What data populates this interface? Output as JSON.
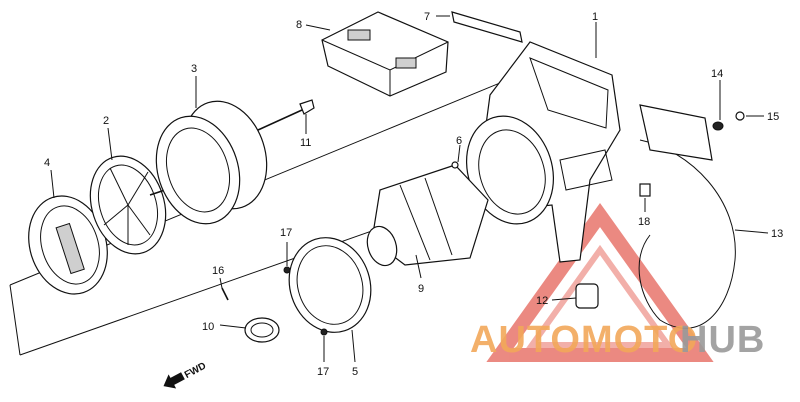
{
  "diagram": {
    "callouts": [
      {
        "id": "c1",
        "label": "1"
      },
      {
        "id": "c2",
        "label": "2"
      },
      {
        "id": "c3",
        "label": "3"
      },
      {
        "id": "c4",
        "label": "4"
      },
      {
        "id": "c5",
        "label": "5"
      },
      {
        "id": "c6",
        "label": "6"
      },
      {
        "id": "c7",
        "label": "7"
      },
      {
        "id": "c8",
        "label": "8"
      },
      {
        "id": "c9",
        "label": "9"
      },
      {
        "id": "c10",
        "label": "10"
      },
      {
        "id": "c11",
        "label": "11"
      },
      {
        "id": "c12",
        "label": "12"
      },
      {
        "id": "c13",
        "label": "13"
      },
      {
        "id": "c14",
        "label": "14"
      },
      {
        "id": "c15",
        "label": "15"
      },
      {
        "id": "c16",
        "label": "16"
      },
      {
        "id": "c17a",
        "label": "17"
      },
      {
        "id": "c17b",
        "label": "17"
      },
      {
        "id": "c18",
        "label": "18"
      }
    ],
    "direction_label": "FWD"
  },
  "watermark": {
    "text_red": "AUTOMOTO",
    "text_gray": "HUB",
    "color_red": "#e8756c",
    "color_orange": "#f2a85a",
    "color_gray": "#9a9a9a"
  }
}
